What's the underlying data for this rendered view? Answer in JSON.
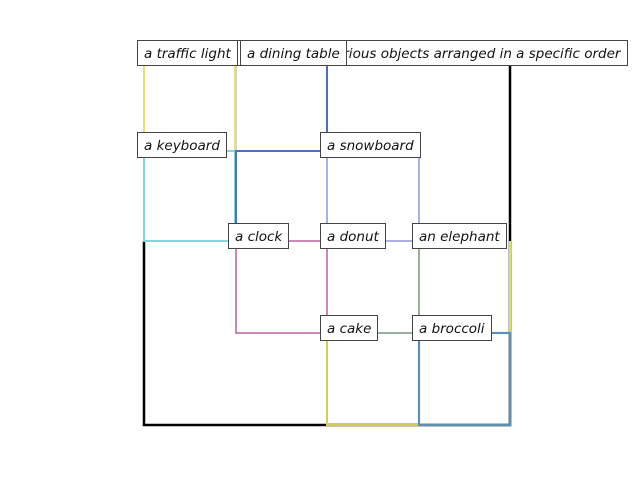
{
  "title": "various objects arranged in a specific order",
  "objects": [
    {
      "id": "traffic-light",
      "label": "a traffic light",
      "color": "#e8e070"
    },
    {
      "id": "dining-table",
      "label": "a dining table",
      "color": "#d8d8d8"
    },
    {
      "id": "keyboard",
      "label": "a keyboard",
      "color": "#7fd8dc"
    },
    {
      "id": "snowboard",
      "label": "a snowboard",
      "color": "#4e6fbf"
    },
    {
      "id": "clock",
      "label": "a clock",
      "color": "#cc88bb"
    },
    {
      "id": "donut",
      "label": "a donut",
      "color": "#aab0e0"
    },
    {
      "id": "elephant",
      "label": "an elephant",
      "color": "#d8e060"
    },
    {
      "id": "cake",
      "label": "a cake",
      "color": "#d8cc55"
    },
    {
      "id": "broccoli",
      "label": "a broccoli",
      "color": "#5f8fb0"
    }
  ]
}
